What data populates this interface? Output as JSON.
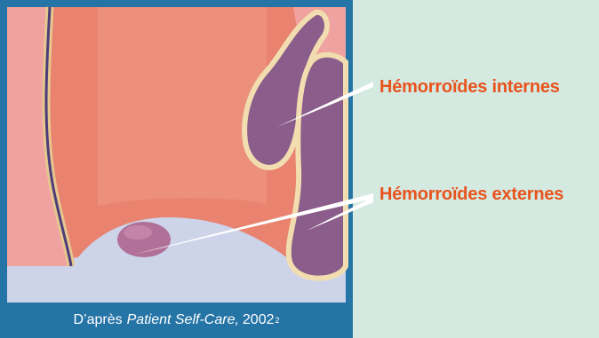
{
  "labels": {
    "internal": "Hémorroïdes internes",
    "external": "Hémorroïdes externes"
  },
  "caption": {
    "prefix": "D’après",
    "title": "Patient Self-Care,",
    "year": "2002",
    "ref": "2"
  },
  "colors": {
    "background": "#d4e9df",
    "frame": "#2574a6",
    "label": "#e8531e",
    "tissue": "#e9826f",
    "hemorrhoid": "#8b5d8a"
  }
}
